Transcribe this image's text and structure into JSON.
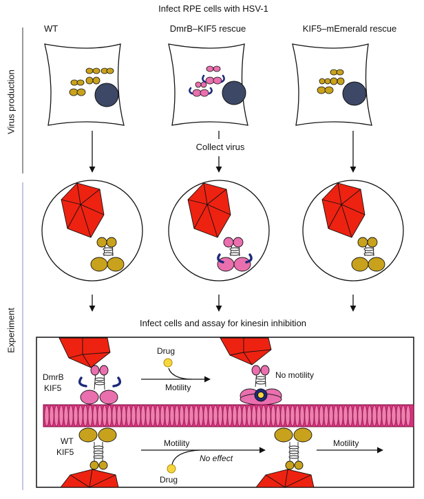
{
  "header": {
    "title": "Infect RPE cells with HSV-1"
  },
  "columns": [
    {
      "label": "WT"
    },
    {
      "label": "DmrB–KIF5 rescue"
    },
    {
      "label": "KIF5–mEmerald rescue"
    }
  ],
  "side_labels": {
    "top": "Virus production",
    "bottom": "Experiment"
  },
  "steps": {
    "collect": "Collect virus",
    "assay": "Infect cells and assay for kinesin inhibition"
  },
  "panel": {
    "dmrb_label_1": "DmrB",
    "dmrb_label_2": "KIF5",
    "wt_label_1": "WT",
    "wt_label_2": "KIF5",
    "drug_top": "Drug",
    "drug_bottom": "Drug",
    "motility_top": "Motility",
    "no_motility": "No motility",
    "motility_bottom_left": "Motility",
    "no_effect": "No effect",
    "motility_bottom_right": "Motility"
  },
  "colors": {
    "capsid": "#ee2211",
    "kinesin_wt": "#c8a21c",
    "kinesin_dmrb": "#e96fae",
    "dmrb": "#1d2a7a",
    "nucleus": "#3d4766",
    "microtubule": "#d8337f",
    "drug": "#f5d63c",
    "axis": "#9aa8c2"
  }
}
